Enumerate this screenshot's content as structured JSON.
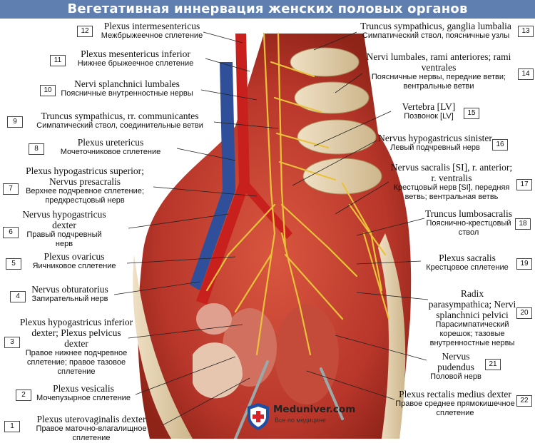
{
  "title": "Вегетативная иннервация женских половых органов",
  "watermark": {
    "name": "Meduniver.com",
    "tagline": "Все по медицине"
  },
  "labels_left": [
    {
      "num": "12",
      "lat": "Plexus intermesentericus",
      "rus": "Межбрыжеечное сплетение"
    },
    {
      "num": "11",
      "lat": "Plexus mesentericus inferior",
      "rus": "Нижнее брыжеечное сплетение"
    },
    {
      "num": "10",
      "lat": "Nervi splanchnici lumbales",
      "rus": "Поясничные внутренностные нервы"
    },
    {
      "num": "9",
      "lat": "Truncus sympathicus, rr. communicantes",
      "rus": "Симпатический ствол, соединительные ветви"
    },
    {
      "num": "8",
      "lat": "Plexus uretericus",
      "rus": "Мочеточниковое сплетение"
    },
    {
      "num": "7",
      "lat": "Plexus hypogastricus superior; Nervus presacralis",
      "rus": "Верхнее подчревное сплетение; предкрестцовый нерв"
    },
    {
      "num": "6",
      "lat": "Nervus hypogastricus dexter",
      "rus": "Правый подчревный нерв"
    },
    {
      "num": "5",
      "lat": "Plexus ovaricus",
      "rus": "Яичниковое сплетение"
    },
    {
      "num": "4",
      "lat": "Nervus obturatorius",
      "rus": "Запирательный нерв"
    },
    {
      "num": "3",
      "lat": "Plexus hypogastricus inferior dexter; Plexus pelvicus dexter",
      "rus": "Правое нижнее подчревное сплетение; правое тазовое сплетение"
    },
    {
      "num": "2",
      "lat": "Plexus vesicalis",
      "rus": "Мочепузырное сплетение"
    },
    {
      "num": "1",
      "lat": "Plexus uterovaginalis dexter",
      "rus": "Правое маточно-влагалищное сплетение"
    }
  ],
  "labels_right": [
    {
      "num": "13",
      "lat": "Truncus sympathicus, ganglia lumbalia",
      "rus": "Симпатический ствол, поясничные узлы"
    },
    {
      "num": "14",
      "lat": "Nervi lumbales, rami anteriores; rami ventrales",
      "rus": "Поясничные нервы, передние ветви; вентральные ветви"
    },
    {
      "num": "15",
      "lat": "Vertebra [LV]",
      "rus": "Позвонок [LV]"
    },
    {
      "num": "16",
      "lat": "Nervus hypogastricus sinister",
      "rus": "Левый подчревный нерв"
    },
    {
      "num": "17",
      "lat": "Nervus sacralis [SI], r. anterior; r. ventralis",
      "rus": "Крестцовый нерв [SI], передняя ветвь; вентральная ветвь"
    },
    {
      "num": "18",
      "lat": "Truncus lumbosacralis",
      "rus": "Пояснично-крестцовый ствол"
    },
    {
      "num": "19",
      "lat": "Plexus sacralis",
      "rus": "Крестцовое сплетение"
    },
    {
      "num": "20",
      "lat": "Radix parasympathica; Nervi splanchnici pelvici",
      "rus": "Парасимпатический корешок; тазовые внутренностные нервы"
    },
    {
      "num": "21",
      "lat": "Nervus pudendus",
      "rus": "Половой нерв"
    },
    {
      "num": "22",
      "lat": "Plexus rectalis medius dexter",
      "rus": "Правое среднее прямокишечное сплетение"
    }
  ]
}
